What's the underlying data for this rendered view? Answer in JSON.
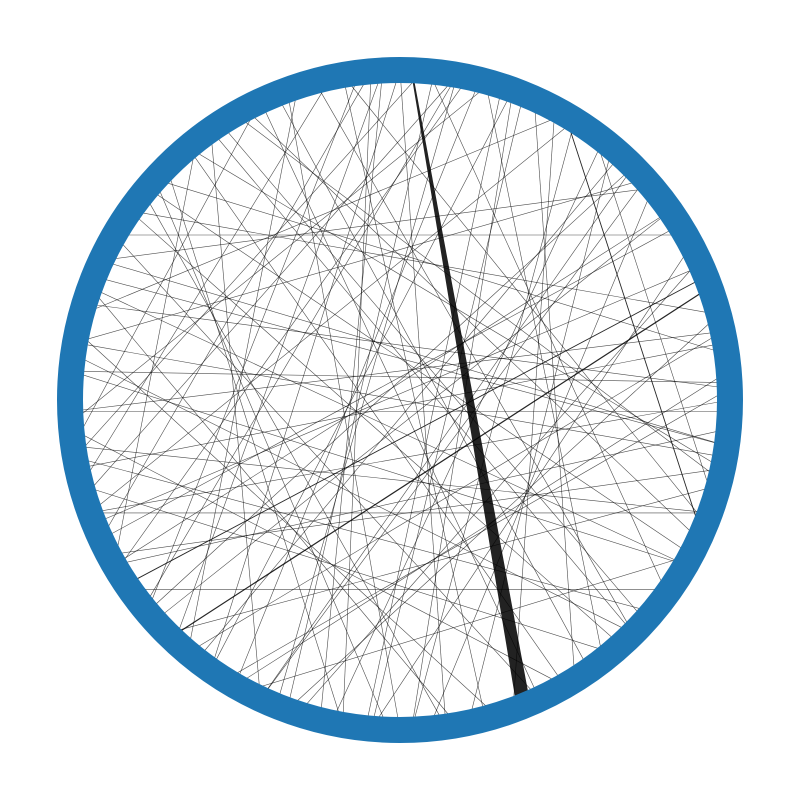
{
  "diagram": {
    "type": "circular-network-graph",
    "ring_color": "#1f77b4",
    "edge_color": "#000000",
    "background_color": "#ffffff",
    "edges": [
      {
        "from_deg": -88,
        "to_deg": 68,
        "weight": 5
      },
      {
        "from_deg": -93,
        "to_deg": 133,
        "weight": 1
      },
      {
        "from_deg": -80,
        "to_deg": 163,
        "weight": 1
      },
      {
        "from_deg": -78,
        "to_deg": 149,
        "weight": 1
      },
      {
        "from_deg": -76,
        "to_deg": 120,
        "weight": 1
      },
      {
        "from_deg": -74,
        "to_deg": 176,
        "weight": 1
      },
      {
        "from_deg": -72,
        "to_deg": 96,
        "weight": 1
      },
      {
        "from_deg": -80,
        "to_deg": 141,
        "weight": 1
      },
      {
        "from_deg": -112,
        "to_deg": 55,
        "weight": 1
      },
      {
        "from_deg": -93,
        "to_deg": 104,
        "weight": 1
      },
      {
        "from_deg": -60,
        "to_deg": 24,
        "weight": 1.5
      },
      {
        "from_deg": -20,
        "to_deg": 134,
        "weight": 2
      },
      {
        "from_deg": -22,
        "to_deg": 146,
        "weight": 1.5
      },
      {
        "from_deg": -24,
        "to_deg": 158,
        "weight": 1
      },
      {
        "from_deg": -54,
        "to_deg": 18,
        "weight": 1
      },
      {
        "from_deg": -123,
        "to_deg": 42,
        "weight": 1
      },
      {
        "from_deg": -141,
        "to_deg": 82,
        "weight": 1
      },
      {
        "from_deg": -150,
        "to_deg": 65,
        "weight": 1
      },
      {
        "from_deg": -158,
        "to_deg": 8,
        "weight": 1
      },
      {
        "from_deg": -163,
        "to_deg": -2,
        "weight": 1
      },
      {
        "from_deg": 178,
        "to_deg": 2,
        "weight": 1
      },
      {
        "from_deg": 168,
        "to_deg": -10,
        "weight": 1
      },
      {
        "from_deg": -168,
        "to_deg": 73,
        "weight": 1
      },
      {
        "from_deg": -175,
        "to_deg": 30,
        "weight": 1
      },
      {
        "from_deg": 150,
        "to_deg": -35,
        "weight": 1
      },
      {
        "from_deg": 140,
        "to_deg": -45,
        "weight": 1
      },
      {
        "from_deg": 155,
        "to_deg": -32,
        "weight": 1
      },
      {
        "from_deg": 125,
        "to_deg": -70,
        "weight": 1
      },
      {
        "from_deg": 112,
        "to_deg": -80,
        "weight": 1
      },
      {
        "from_deg": 100,
        "to_deg": -95,
        "weight": 1
      },
      {
        "from_deg": 90,
        "to_deg": -110,
        "weight": 1
      },
      {
        "from_deg": 60,
        "to_deg": -130,
        "weight": 1
      },
      {
        "from_deg": 48,
        "to_deg": -145,
        "weight": 1
      },
      {
        "from_deg": 40,
        "to_deg": 170,
        "weight": 1
      },
      {
        "from_deg": 30,
        "to_deg": -160,
        "weight": 1
      },
      {
        "from_deg": 20,
        "to_deg": 160,
        "weight": 1
      },
      {
        "from_deg": 10,
        "to_deg": -170,
        "weight": 1
      },
      {
        "from_deg": 5,
        "to_deg": 150,
        "weight": 1
      },
      {
        "from_deg": -5,
        "to_deg": 120,
        "weight": 1
      },
      {
        "from_deg": -15,
        "to_deg": 110,
        "weight": 1
      },
      {
        "from_deg": -28,
        "to_deg": 95,
        "weight": 1
      },
      {
        "from_deg": -40,
        "to_deg": 85,
        "weight": 1
      },
      {
        "from_deg": -48,
        "to_deg": 128,
        "weight": 1
      },
      {
        "from_deg": -66,
        "to_deg": 58,
        "weight": 1
      },
      {
        "from_deg": -100,
        "to_deg": 75,
        "weight": 1
      },
      {
        "from_deg": -105,
        "to_deg": 45,
        "weight": 1
      },
      {
        "from_deg": -118,
        "to_deg": 25,
        "weight": 1
      },
      {
        "from_deg": -130,
        "to_deg": 12,
        "weight": 1
      },
      {
        "from_deg": -135,
        "to_deg": 100,
        "weight": 1
      },
      {
        "from_deg": -145,
        "to_deg": -15,
        "weight": 1
      },
      {
        "from_deg": -155,
        "to_deg": -40,
        "weight": 1
      },
      {
        "from_deg": -165,
        "to_deg": -60,
        "weight": 1
      },
      {
        "from_deg": 175,
        "to_deg": 60,
        "weight": 1
      },
      {
        "from_deg": 165,
        "to_deg": 50,
        "weight": 1
      },
      {
        "from_deg": 145,
        "to_deg": 35,
        "weight": 1
      },
      {
        "from_deg": 135,
        "to_deg": 15,
        "weight": 1
      },
      {
        "from_deg": 118,
        "to_deg": 28,
        "weight": 1
      },
      {
        "from_deg": 108,
        "to_deg": -25,
        "weight": 1
      },
      {
        "from_deg": 88,
        "to_deg": -58,
        "weight": 1
      },
      {
        "from_deg": 78,
        "to_deg": -50,
        "weight": 1
      },
      {
        "from_deg": 70,
        "to_deg": -62,
        "weight": 1
      },
      {
        "from_deg": 52,
        "to_deg": -75,
        "weight": 1
      },
      {
        "from_deg": 36,
        "to_deg": -85,
        "weight": 1
      },
      {
        "from_deg": 22,
        "to_deg": -100,
        "weight": 1
      },
      {
        "from_deg": 14,
        "to_deg": -120,
        "weight": 1
      },
      {
        "from_deg": -8,
        "to_deg": -138,
        "weight": 1
      },
      {
        "from_deg": -30,
        "to_deg": -150,
        "weight": 1
      },
      {
        "from_deg": -42,
        "to_deg": -170,
        "weight": 1
      },
      {
        "from_deg": -58,
        "to_deg": 160,
        "weight": 1
      },
      {
        "from_deg": -86,
        "to_deg": 170,
        "weight": 1
      },
      {
        "from_deg": -97,
        "to_deg": 140,
        "weight": 1
      },
      {
        "from_deg": -108,
        "to_deg": 130,
        "weight": 1
      },
      {
        "from_deg": -125,
        "to_deg": 115,
        "weight": 1
      },
      {
        "from_deg": -138,
        "to_deg": 92,
        "weight": 1
      },
      {
        "from_deg": -160,
        "to_deg": 80,
        "weight": 1
      },
      {
        "from_deg": -172,
        "to_deg": 45,
        "weight": 1
      },
      {
        "from_deg": 172,
        "to_deg": 20,
        "weight": 1
      },
      {
        "from_deg": 160,
        "to_deg": 0,
        "weight": 1
      },
      {
        "from_deg": 130,
        "to_deg": -12,
        "weight": 1
      },
      {
        "from_deg": 115,
        "to_deg": -42,
        "weight": 1
      },
      {
        "from_deg": 95,
        "to_deg": -68,
        "weight": 1
      },
      {
        "from_deg": 82,
        "to_deg": -90,
        "weight": 1
      },
      {
        "from_deg": 65,
        "to_deg": -115,
        "weight": 1
      },
      {
        "from_deg": 45,
        "to_deg": -125,
        "weight": 1
      },
      {
        "from_deg": 28,
        "to_deg": -140,
        "weight": 1
      },
      {
        "from_deg": 8,
        "to_deg": -155,
        "weight": 1
      },
      {
        "from_deg": -3,
        "to_deg": -175,
        "weight": 1
      },
      {
        "from_deg": -12,
        "to_deg": 178,
        "weight": 1
      },
      {
        "from_deg": -35,
        "to_deg": 138,
        "weight": 1
      },
      {
        "from_deg": -45,
        "to_deg": 115,
        "weight": 1
      },
      {
        "from_deg": -52,
        "to_deg": 102,
        "weight": 1
      },
      {
        "from_deg": -70,
        "to_deg": 88,
        "weight": 1
      },
      {
        "from_deg": -84,
        "to_deg": 110,
        "weight": 1
      },
      {
        "from_deg": -90,
        "to_deg": 125,
        "weight": 1
      },
      {
        "from_deg": -95,
        "to_deg": 155,
        "weight": 1
      },
      {
        "from_deg": -102,
        "to_deg": 165,
        "weight": 1
      },
      {
        "from_deg": -115,
        "to_deg": 172,
        "weight": 1
      },
      {
        "from_deg": -128,
        "to_deg": 150,
        "weight": 1
      },
      {
        "from_deg": 122,
        "to_deg": -2,
        "weight": 1
      },
      {
        "from_deg": 152,
        "to_deg": 12,
        "weight": 1
      }
    ]
  }
}
